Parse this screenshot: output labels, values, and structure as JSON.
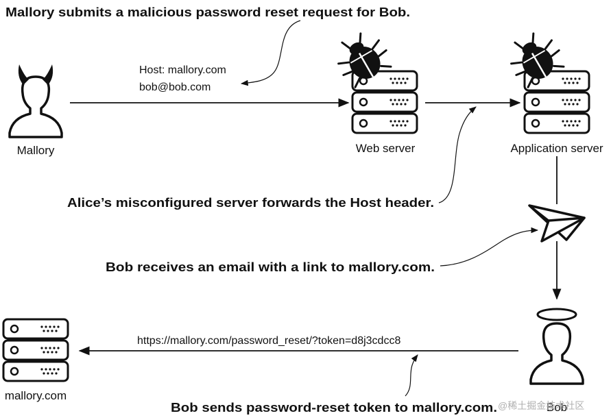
{
  "captions": {
    "step1": "Mallory submits a malicious password reset request for Bob.",
    "step2": "Alice’s misconfigured server forwards the Host header.",
    "step3": "Bob receives an email with a link to mallory.com.",
    "step4": "Bob sends password-reset token to mallory.com."
  },
  "request": {
    "host_line": "Host: mallory.com",
    "email_line": "bob@bob.com"
  },
  "reset_url": "https://mallory.com/password_reset/?token=d8j3cdcc8",
  "nodes": {
    "mallory": "Mallory",
    "web_server": "Web server",
    "app_server": "Application server",
    "bob": "Bob",
    "mallory_server": "mallory.com"
  },
  "watermark": "@稀土掘金技术社区"
}
